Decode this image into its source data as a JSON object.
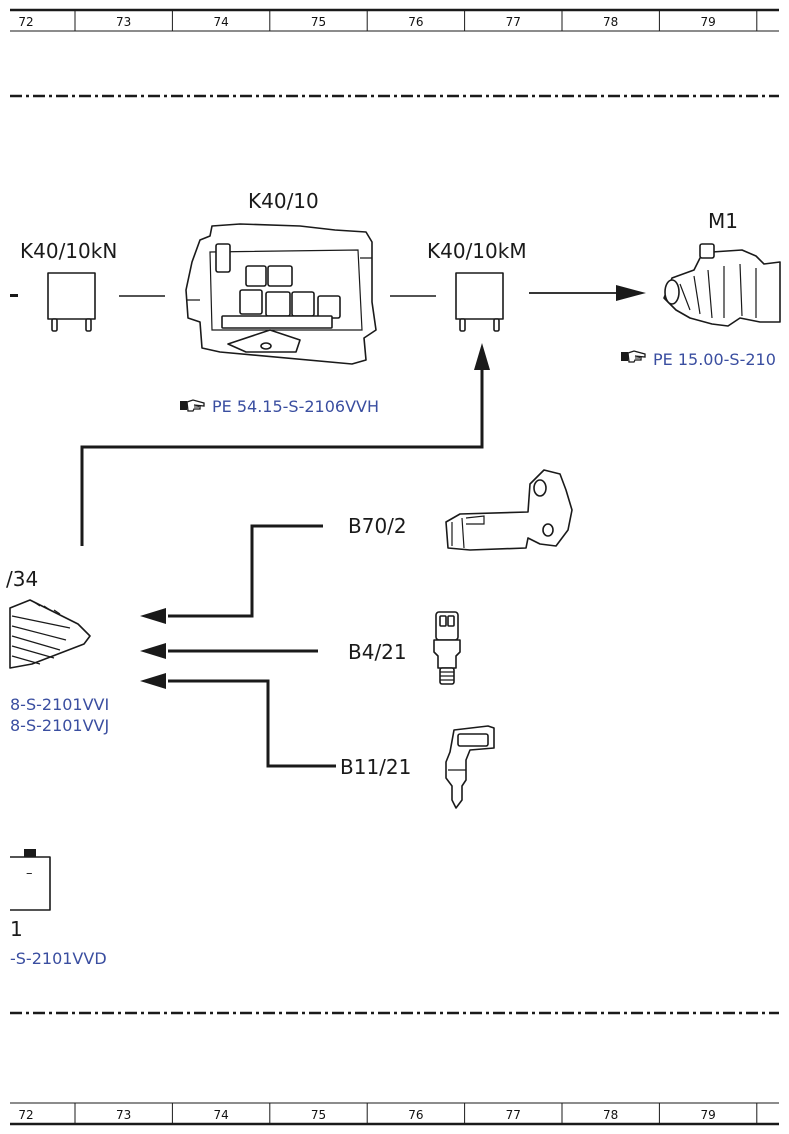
{
  "grid": {
    "columns": [
      "72",
      "73",
      "74",
      "75",
      "76",
      "77",
      "78",
      "79"
    ]
  },
  "components": {
    "k40_10": {
      "label": "K40/10",
      "ref": "PE 54.15-S-2106VVH"
    },
    "k40_10kn": {
      "label": "K40/10kN"
    },
    "k40_10km": {
      "label": "K40/10kM"
    },
    "m1": {
      "label": "M1",
      "ref": "PE 15.00-S-210"
    },
    "b70_2": {
      "label": "B70/2"
    },
    "b4_21": {
      "label": "B4/21"
    },
    "b11_21": {
      "label": "B11/21"
    },
    "n3_34": {
      "label": "/34",
      "ref1": "8-S-2101VVI",
      "ref2": "8-S-2101VVJ"
    },
    "battery": {
      "label": "1",
      "ref": "-S-2101VVD",
      "minus": "–"
    }
  },
  "icons": {
    "reference": "pointing-hand-icon"
  },
  "colors": {
    "reference_text": "#3a4ea0",
    "line": "#1a1a1a"
  }
}
